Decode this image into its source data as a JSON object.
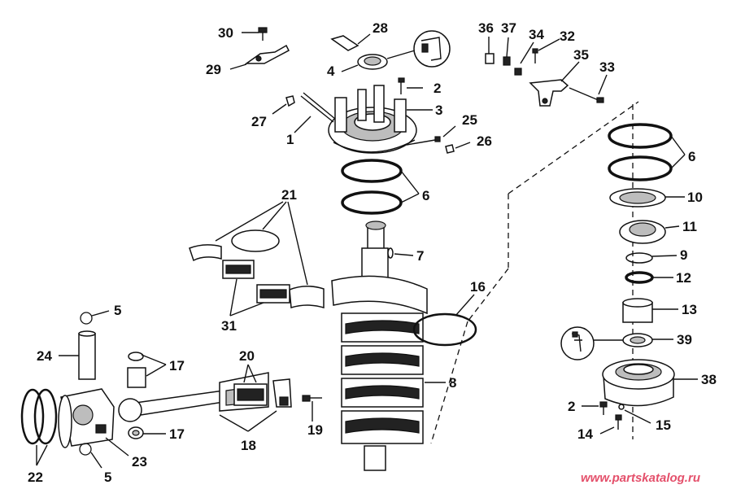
{
  "watermark": "www.partskatalog.ru",
  "callouts": {
    "c30": "30",
    "c28": "28",
    "c29": "29",
    "c4a": "4",
    "c2a": "2",
    "c3": "3",
    "c27": "27",
    "c1": "1",
    "c25": "25",
    "c26": "26",
    "c36": "36",
    "c37": "37",
    "c34": "34",
    "c32": "32",
    "c35": "35",
    "c33": "33",
    "c6a": "6",
    "c6b": "6",
    "c10": "10",
    "c11": "11",
    "c9": "9",
    "c12": "12",
    "c13": "13",
    "c39": "39",
    "c38": "38",
    "c2b": "2",
    "c14": "14",
    "c15": "15",
    "c21": "21",
    "c7": "7",
    "c16": "16",
    "c31": "31",
    "c8": "8",
    "c5a": "5",
    "c24": "24",
    "c17a": "17",
    "c20": "20",
    "c17b": "17",
    "c19": "19",
    "c18": "18",
    "c22": "22",
    "c23": "23",
    "c5b": "5"
  }
}
